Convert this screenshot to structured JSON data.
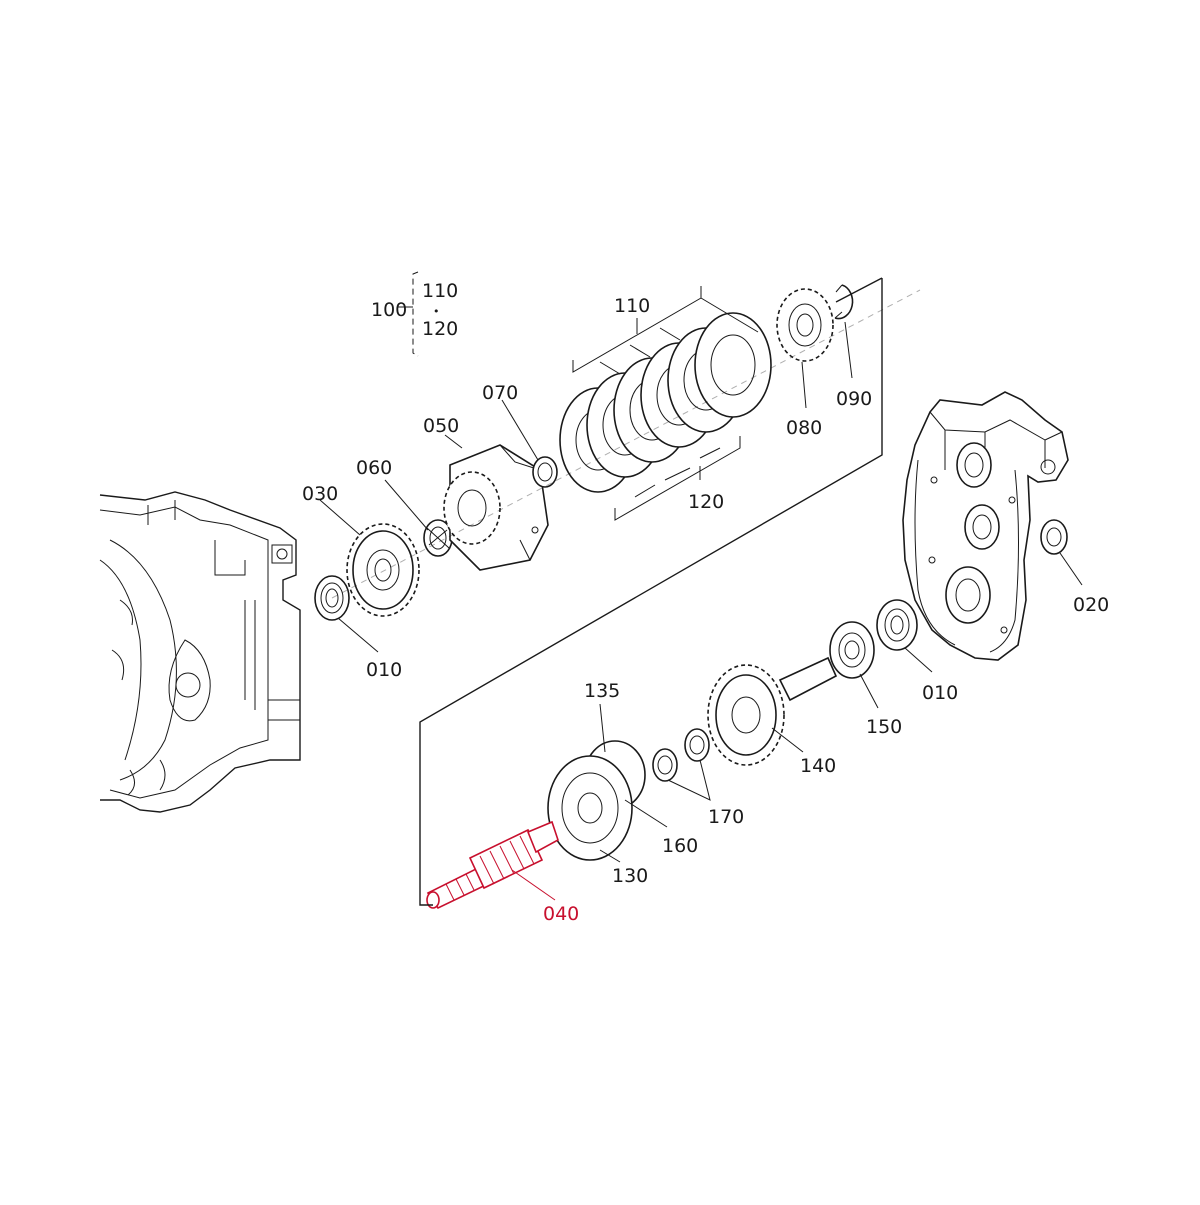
{
  "diagram": {
    "highlight_color": "#c8102e",
    "line_color": "#1a1a1a",
    "group": {
      "label": "100",
      "members": [
        "110",
        "120"
      ],
      "separator": "•"
    },
    "labels": [
      {
        "id": "110",
        "text": "110",
        "highlighted": false
      },
      {
        "id": "120",
        "text": "120",
        "highlighted": false
      },
      {
        "id": "070",
        "text": "070",
        "highlighted": false
      },
      {
        "id": "050",
        "text": "050",
        "highlighted": false
      },
      {
        "id": "060",
        "text": "060",
        "highlighted": false
      },
      {
        "id": "030",
        "text": "030",
        "highlighted": false
      },
      {
        "id": "010a",
        "text": "010",
        "highlighted": false
      },
      {
        "id": "080",
        "text": "080",
        "highlighted": false
      },
      {
        "id": "090",
        "text": "090",
        "highlighted": false
      },
      {
        "id": "020",
        "text": "020",
        "highlighted": false
      },
      {
        "id": "010b",
        "text": "010",
        "highlighted": false
      },
      {
        "id": "150",
        "text": "150",
        "highlighted": false
      },
      {
        "id": "140",
        "text": "140",
        "highlighted": false
      },
      {
        "id": "135",
        "text": "135",
        "highlighted": false
      },
      {
        "id": "170",
        "text": "170",
        "highlighted": false
      },
      {
        "id": "160",
        "text": "160",
        "highlighted": false
      },
      {
        "id": "130",
        "text": "130",
        "highlighted": false
      },
      {
        "id": "040",
        "text": "040",
        "highlighted": true
      }
    ]
  }
}
